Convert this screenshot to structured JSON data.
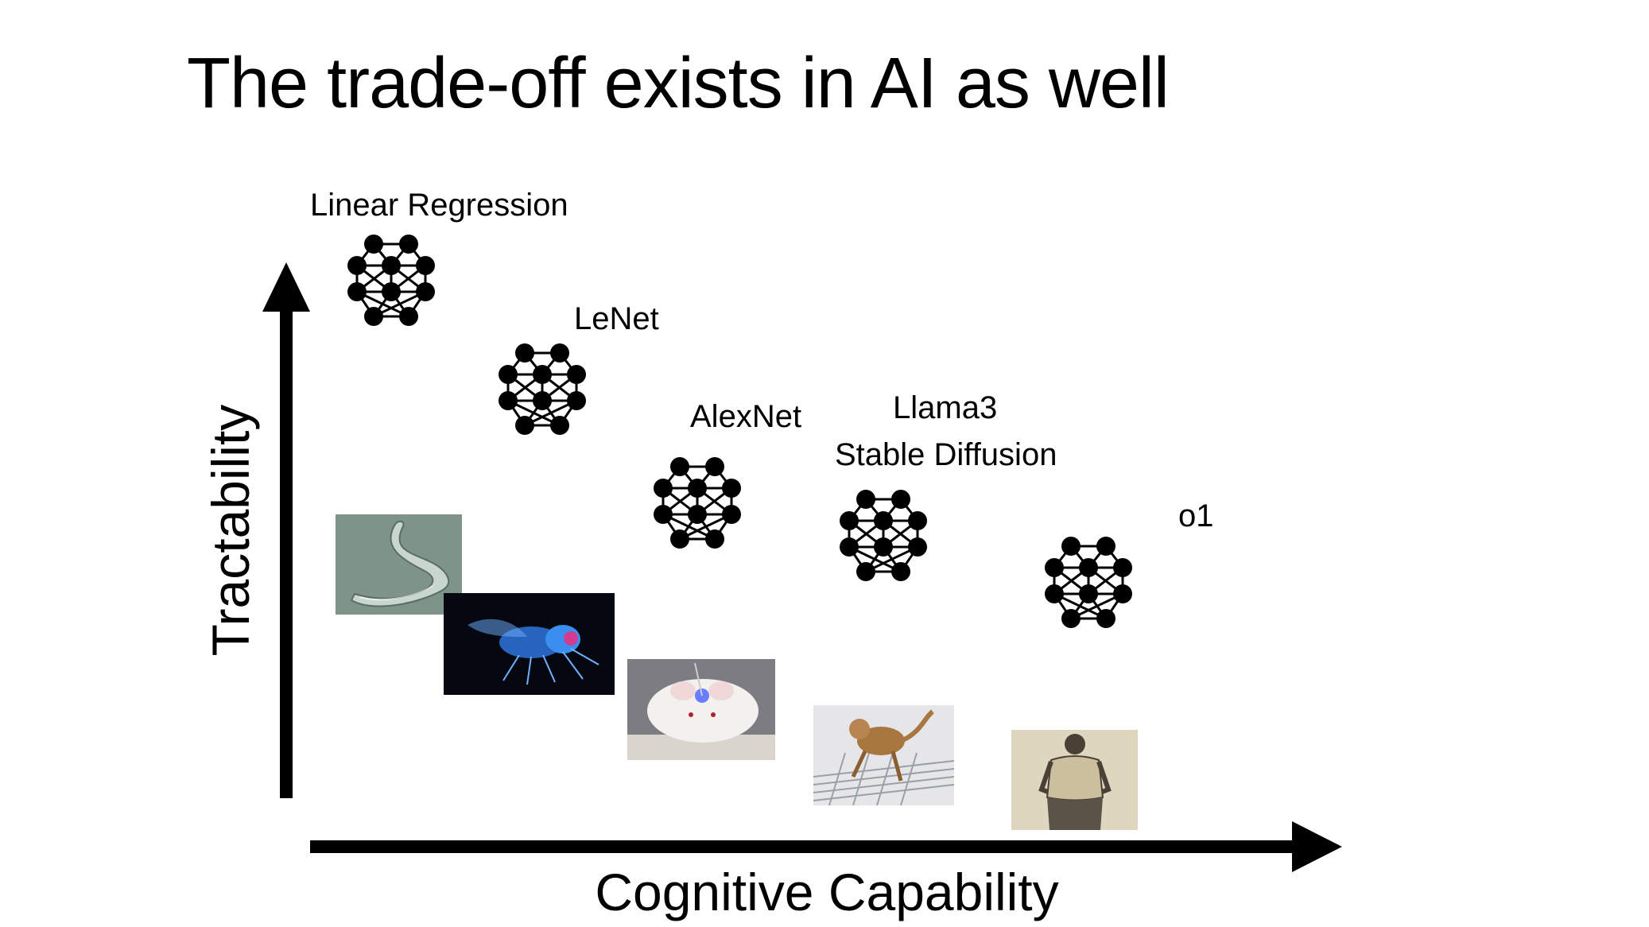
{
  "slide": {
    "title": "The trade-off exists in AI as well"
  },
  "axes": {
    "x_label": "Cognitive Capability",
    "y_label": "Tractability",
    "x_direction": "increasing to the right",
    "y_direction": "increasing upward"
  },
  "models": [
    {
      "name": "Linear Regression",
      "icon": "neural-network-icon"
    },
    {
      "name": "LeNet",
      "icon": "neural-network-icon"
    },
    {
      "name": "AlexNet",
      "icon": "neural-network-icon"
    },
    {
      "name": "Llama3",
      "icon": "neural-network-icon"
    },
    {
      "name": "Stable Diffusion",
      "icon": "neural-network-icon"
    },
    {
      "name": "o1",
      "icon": "neural-network-icon"
    }
  ],
  "organisms": [
    {
      "icon": "worm-image"
    },
    {
      "icon": "fly-image"
    },
    {
      "icon": "mouse-image"
    },
    {
      "icon": "monkey-image"
    },
    {
      "icon": "human-image"
    }
  ],
  "colors": {
    "background": "#ffffff",
    "foreground": "#000000"
  }
}
